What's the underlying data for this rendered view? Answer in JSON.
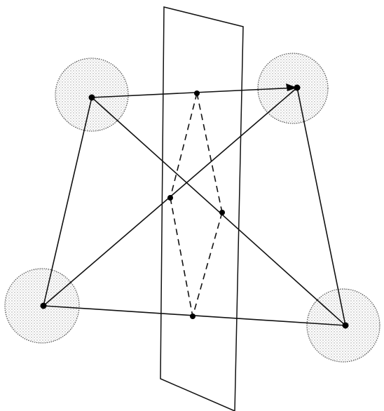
{
  "diagram": {
    "description_free": true,
    "ball_color": "#d8d8d8",
    "line_color": "#111111",
    "elements": {
      "balls": [
        "top-left",
        "top-right",
        "bottom-left",
        "bottom-right"
      ],
      "plane": "mirror-plane",
      "edges_front": [
        [
          "top-left",
          "top-right"
        ],
        [
          "top-left",
          "bottom-left"
        ],
        [
          "top-left",
          "bottom-right"
        ],
        [
          "bottom-left",
          "bottom-right"
        ],
        [
          "bottom-left",
          "top-right"
        ],
        [
          "top-right",
          "bottom-right"
        ]
      ],
      "midpoints": [
        "top-edge",
        "left-diagonal",
        "right-diagonal",
        "bottom-edge"
      ]
    }
  }
}
